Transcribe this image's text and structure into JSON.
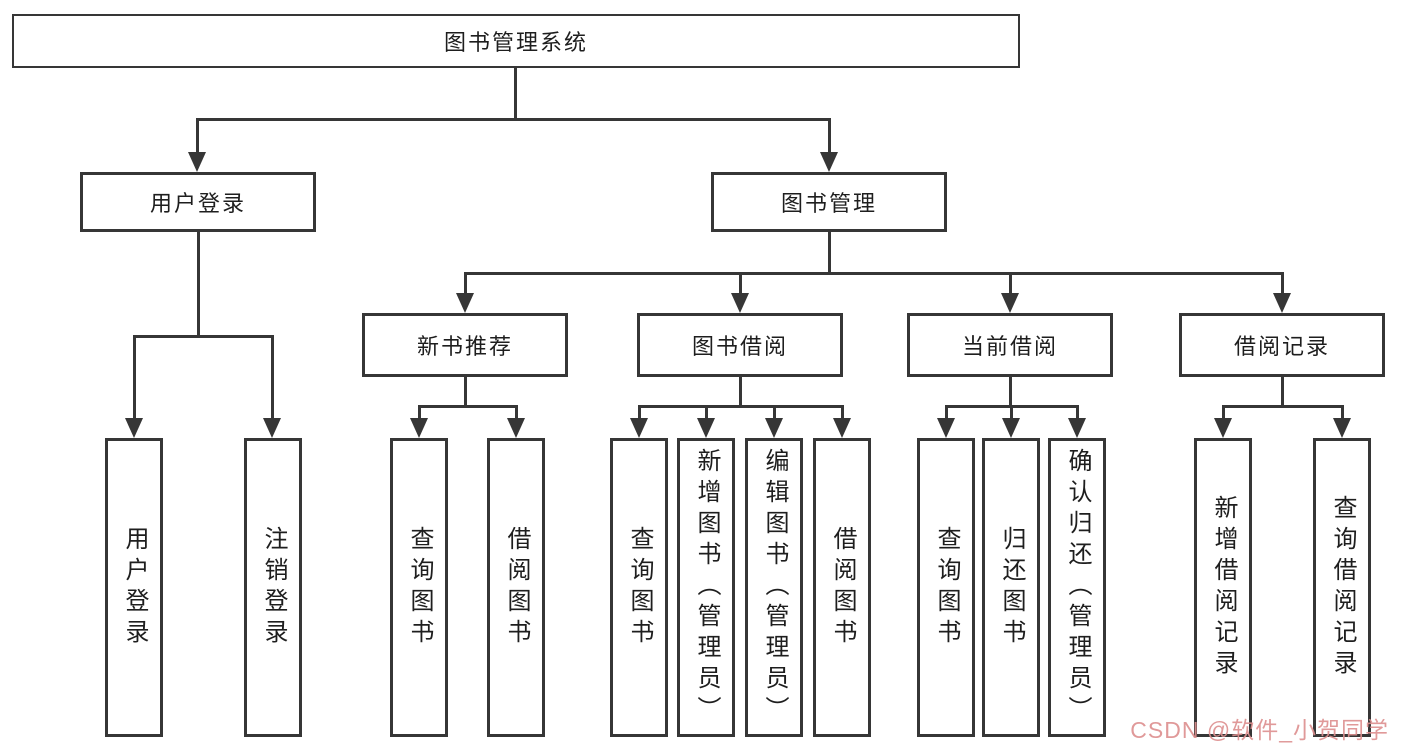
{
  "root": {
    "label": "图书管理系统"
  },
  "level1": {
    "user_login": {
      "label": "用户登录"
    },
    "book_mgmt": {
      "label": "图书管理"
    }
  },
  "level2": {
    "new_book": {
      "label": "新书推荐"
    },
    "book_borrow": {
      "label": "图书借阅"
    },
    "current_borrow": {
      "label": "当前借阅"
    },
    "borrow_record": {
      "label": "借阅记录"
    }
  },
  "leaves": {
    "user_login": {
      "label": "用户登录"
    },
    "logout": {
      "label": "注销登录"
    },
    "nb_query_book": {
      "label": "查询图书"
    },
    "nb_borrow_book": {
      "label": "借阅图书"
    },
    "bb_query_book": {
      "label": "查询图书"
    },
    "bb_add_book": {
      "label": "新增图书（管理员）"
    },
    "bb_edit_book": {
      "label": "编辑图书（管理员）"
    },
    "bb_borrow_book": {
      "label": "借阅图书"
    },
    "cb_query_book": {
      "label": "查询图书"
    },
    "cb_return_book": {
      "label": "归还图书"
    },
    "cb_confirm_return": {
      "label": "确认归还（管理员）"
    },
    "br_add_record": {
      "label": "新增借阅记录"
    },
    "br_query_record": {
      "label": "查询借阅记录"
    }
  },
  "watermark": {
    "text": "CSDN @软件_小贺同学",
    "color": "#dd8f8f"
  },
  "colors": {
    "line": "#363636",
    "text": "#1e1e1e",
    "background": "#ffffff"
  }
}
